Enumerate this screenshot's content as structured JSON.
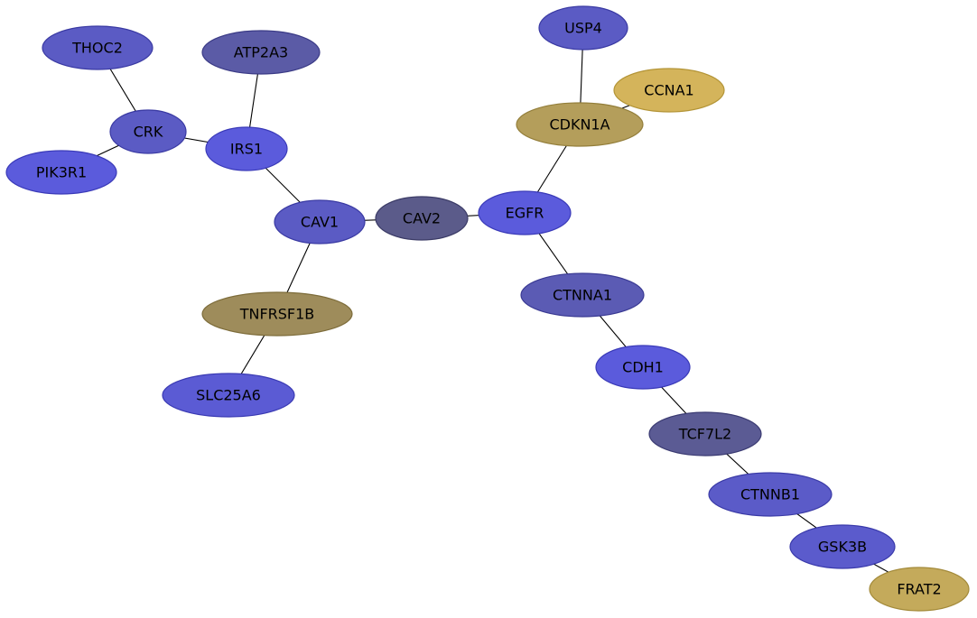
{
  "nodes": [
    {
      "id": "THOC2",
      "label": "THOC2",
      "color": "#5b5bc4",
      "stroke": "#3a3aa3"
    },
    {
      "id": "ATP2A3",
      "label": "ATP2A3",
      "color": "#5b5ba6",
      "stroke": "#3b3b86"
    },
    {
      "id": "CRK",
      "label": "CRK",
      "color": "#5b5bc4",
      "stroke": "#3a3aa3"
    },
    {
      "id": "IRS1",
      "label": "IRS1",
      "color": "#5b5bdc",
      "stroke": "#3a3ab8"
    },
    {
      "id": "PIK3R1",
      "label": "PIK3R1",
      "color": "#5b5bdc",
      "stroke": "#3a3ab8"
    },
    {
      "id": "CAV1",
      "label": "CAV1",
      "color": "#5b5bc4",
      "stroke": "#3a3aa3"
    },
    {
      "id": "CAV2",
      "label": "CAV2",
      "color": "#5b5b8a",
      "stroke": "#3b3b66"
    },
    {
      "id": "EGFR",
      "label": "EGFR",
      "color": "#5b5bdc",
      "stroke": "#3a3ab8"
    },
    {
      "id": "USP4",
      "label": "USP4",
      "color": "#5b5bc4",
      "stroke": "#3a3aa3"
    },
    {
      "id": "CCNA1",
      "label": "CCNA1",
      "color": "#d4b45b",
      "stroke": "#b39436"
    },
    {
      "id": "CDKN1A",
      "label": "CDKN1A",
      "color": "#b49e5b",
      "stroke": "#937e3a"
    },
    {
      "id": "TNFRSF1B",
      "label": "TNFRSF1B",
      "color": "#9e8c5b",
      "stroke": "#7d6c3a"
    },
    {
      "id": "SLC25A6",
      "label": "SLC25A6",
      "color": "#5b5bd4",
      "stroke": "#3a3ab3"
    },
    {
      "id": "CTNNA1",
      "label": "CTNNA1",
      "color": "#5b5bb4",
      "stroke": "#3a3a93"
    },
    {
      "id": "CDH1",
      "label": "CDH1",
      "color": "#5b5bdc",
      "stroke": "#3a3ab8"
    },
    {
      "id": "TCF7L2",
      "label": "TCF7L2",
      "color": "#5b5b94",
      "stroke": "#3b3b72"
    },
    {
      "id": "CTNNB1",
      "label": "CTNNB1",
      "color": "#5b5bc8",
      "stroke": "#3a3aa6"
    },
    {
      "id": "GSK3B",
      "label": "GSK3B",
      "color": "#5b5bcc",
      "stroke": "#3a3aab"
    },
    {
      "id": "FRAT2",
      "label": "FRAT2",
      "color": "#c4aa5b",
      "stroke": "#a38a3a"
    }
  ],
  "edges": [
    [
      "THOC2",
      "CRK"
    ],
    [
      "CRK",
      "IRS1"
    ],
    [
      "CRK",
      "PIK3R1"
    ],
    [
      "ATP2A3",
      "IRS1"
    ],
    [
      "IRS1",
      "CAV1"
    ],
    [
      "CAV1",
      "CAV2"
    ],
    [
      "CAV1",
      "TNFRSF1B"
    ],
    [
      "TNFRSF1B",
      "SLC25A6"
    ],
    [
      "CAV2",
      "EGFR"
    ],
    [
      "EGFR",
      "CDKN1A"
    ],
    [
      "CDKN1A",
      "USP4"
    ],
    [
      "CDKN1A",
      "CCNA1"
    ],
    [
      "EGFR",
      "CTNNA1"
    ],
    [
      "CTNNA1",
      "CDH1"
    ],
    [
      "CDH1",
      "TCF7L2"
    ],
    [
      "TCF7L2",
      "CTNNB1"
    ],
    [
      "CTNNB1",
      "GSK3B"
    ],
    [
      "GSK3B",
      "FRAT2"
    ]
  ]
}
